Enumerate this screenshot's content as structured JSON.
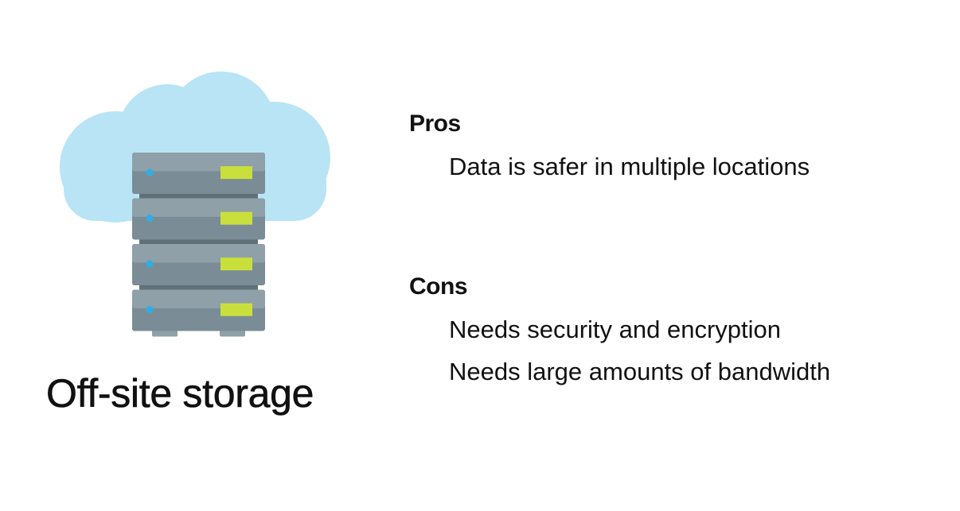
{
  "slide": {
    "title": "Off-site storage",
    "illustration": {
      "icon": "cloud-server-icon",
      "colors": {
        "cloud": "#b8e4f5",
        "server_top": "#8fa0a8",
        "server_bottom": "#7a8c95",
        "server_gap": "#5f7079",
        "led": "#2eaee8",
        "drive_slot": "#c9e03c"
      },
      "server_units": 4
    },
    "pros": {
      "heading": "Pros",
      "items": [
        "Data is safer in multiple locations"
      ]
    },
    "cons": {
      "heading": "Cons",
      "items": [
        "Needs security and encryption",
        "Needs large amounts of bandwidth"
      ]
    }
  }
}
